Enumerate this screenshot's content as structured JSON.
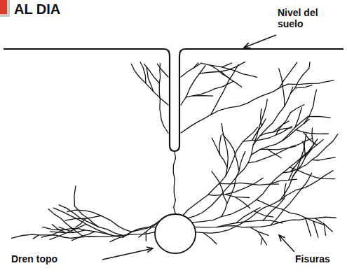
{
  "diagram": {
    "labels": [
      "AL DIA",
      "Nivel del suelo",
      "Dren topo",
      "Fisuras"
    ]
  }
}
